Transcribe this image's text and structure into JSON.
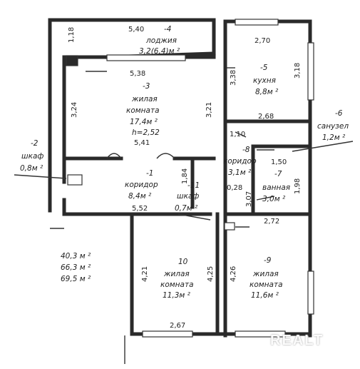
{
  "rooms": {
    "loggia": {
      "dim_top": "5,40",
      "num": "-4",
      "name": "лоджия",
      "area": "3,2(6,4)м ²",
      "dim_left": "1,18"
    },
    "kitchen": {
      "dim_top": "2,70",
      "num": "-5",
      "name": "кухня",
      "area": "8,8м ²",
      "dim_left": "3,38",
      "dim_right": "3,18",
      "dim_bottom": "2,68"
    },
    "living3": {
      "dim_top": "5,38",
      "num": "-3",
      "name1": "жилая",
      "name2": "комната",
      "area": "17,4м ²",
      "height": "h=2,52",
      "dim_left": "3,24",
      "dim_right": "3,21",
      "dim_bottom": "5,41"
    },
    "bathroom6": {
      "num": "-6",
      "name": "санузел",
      "area": "1,2м ²",
      "dim_left": "1,10",
      "dim_right": "1,50"
    },
    "closet2": {
      "num": "-2",
      "name": "шкаф",
      "area": "0,8м ²"
    },
    "corridor8": {
      "num": "-8",
      "name": "коридор",
      "area": "3,1м ²",
      "dim_right": "0,28"
    },
    "bath7": {
      "num": "-7",
      "name": "ванная",
      "area": "3,0м ²",
      "dim_left": "3,07",
      "dim_right": "1,98",
      "dim_bottom": "2,72"
    },
    "corridor1": {
      "num": "-1",
      "name": "коридор",
      "area": "8,4м ²",
      "dim_left": "1,84",
      "dim_bottom": "5,52"
    },
    "closet11": {
      "num": "-11",
      "name": "шкаф",
      "area": "0,7м ²"
    },
    "living10": {
      "num": "10",
      "name1": "жилая",
      "name2": "комната",
      "area": "11,3м ²",
      "dim_left": "4,21",
      "dim_right": "4,25",
      "dim_bottom": "2,67"
    },
    "living9": {
      "num": "-9",
      "name1": "жилая",
      "name2": "комната",
      "area": "11,6м ²",
      "dim_left": "4,26"
    }
  },
  "totals": {
    "line1": "40,3 м ²",
    "line2": "66,3 м ²",
    "line3": "69,5 м ²"
  },
  "watermark": "REALT"
}
